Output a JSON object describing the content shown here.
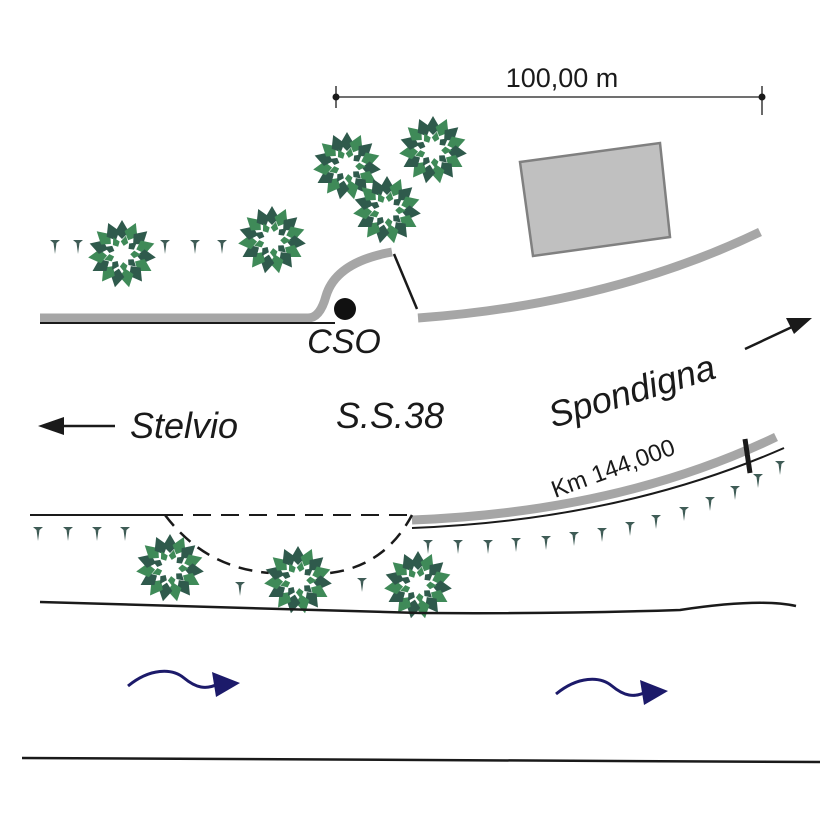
{
  "labels": {
    "scale": "100,00 m",
    "cso": "CSO",
    "stelvio": "Stelvio",
    "road": "S.S.38",
    "spondigna": "Spondigna",
    "km": "Km 144,000"
  },
  "colors": {
    "road_gray": "#a6a6a6",
    "line_black": "#1a1a1a",
    "building_fill": "#c0c0c0",
    "building_stroke": "#808080",
    "tree_dark": "#2f5a4c",
    "tree_light": "#3f8a58",
    "grass": "#3f5c56",
    "flow_arrow": "#1c1a6a"
  },
  "icons": {
    "tree": "tree-canopy-icon",
    "grass": "grass-tuft-icon",
    "flow": "flow-direction-arrow-icon",
    "cso_point": "cso-dot-icon"
  }
}
